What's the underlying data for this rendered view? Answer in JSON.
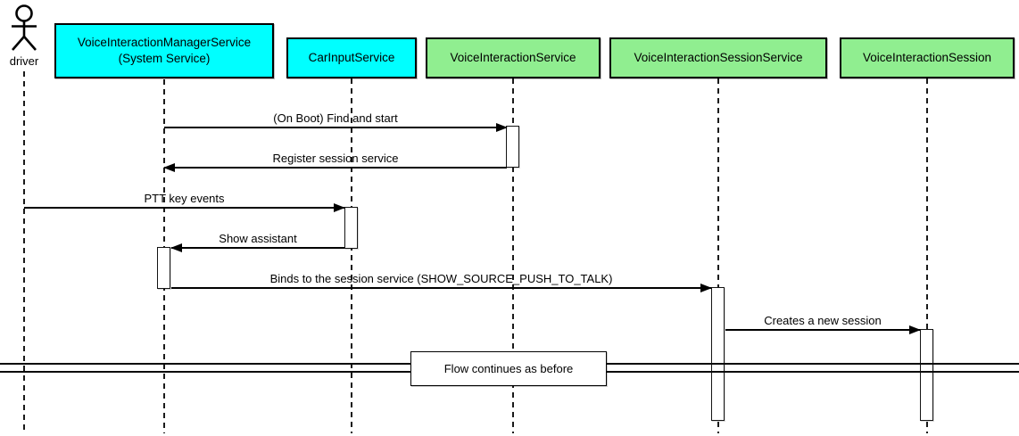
{
  "colors": {
    "page-bg": "#ffffff",
    "participant-cyan": "#00ffff",
    "participant-green": "#90ee90",
    "line": "#000000"
  },
  "actor": {
    "label": "driver"
  },
  "participants": [
    {
      "line1": "VoiceInteractionManagerService",
      "line2": "(System Service)",
      "fill": "#00ffff"
    },
    {
      "line1": "CarInputService",
      "fill": "#00ffff"
    },
    {
      "line1": "VoiceInteractionService",
      "fill": "#90ee90"
    },
    {
      "line1": "VoiceInteractionSessionService",
      "fill": "#90ee90"
    },
    {
      "line1": "VoiceInteractionSession",
      "fill": "#90ee90"
    }
  ],
  "messages": [
    {
      "label": "(On Boot) Find and start",
      "from": "VoiceInteractionManagerService",
      "to": "VoiceInteractionService",
      "direction": "right"
    },
    {
      "label": "Register session service",
      "from": "VoiceInteractionService",
      "to": "VoiceInteractionManagerService",
      "direction": "left"
    },
    {
      "label": "PTT key events",
      "from": "driver",
      "to": "CarInputService",
      "direction": "right"
    },
    {
      "label": "Show assistant",
      "from": "CarInputService",
      "to": "VoiceInteractionManagerService",
      "direction": "left"
    },
    {
      "label": "Binds to the session service (SHOW_SOURCE_PUSH_TO_TALK)",
      "from": "VoiceInteractionManagerService",
      "to": "VoiceInteractionSessionService",
      "direction": "right"
    },
    {
      "label": "Creates a new session",
      "from": "VoiceInteractionSessionService",
      "to": "VoiceInteractionSession",
      "direction": "right"
    }
  ],
  "divider": {
    "label": "Flow continues as before"
  }
}
